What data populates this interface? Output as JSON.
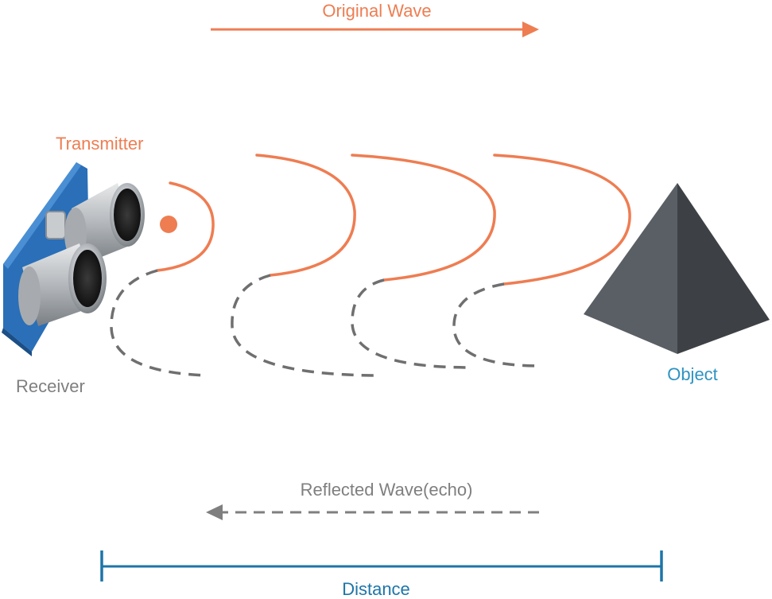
{
  "labels": {
    "original_wave": "Original Wave",
    "transmitter": "Transmitter",
    "receiver": "Receiver",
    "object": "Object",
    "reflected_wave": "Reflected Wave(echo)",
    "distance": "Distance"
  },
  "colors": {
    "original_wave": "#ee7d52",
    "reflected_wave": "#6f6f6f",
    "object_label": "#2e93c1",
    "distance": "#1d75a8",
    "receiver_label": "#7f7f7f",
    "pyramid_light": "#5a5f66",
    "pyramid_dark": "#3d4146",
    "sensor_board": "#2a6fb8"
  },
  "icons": {
    "sensor": "ultrasonic-sensor-icon",
    "object": "pyramid-icon"
  }
}
